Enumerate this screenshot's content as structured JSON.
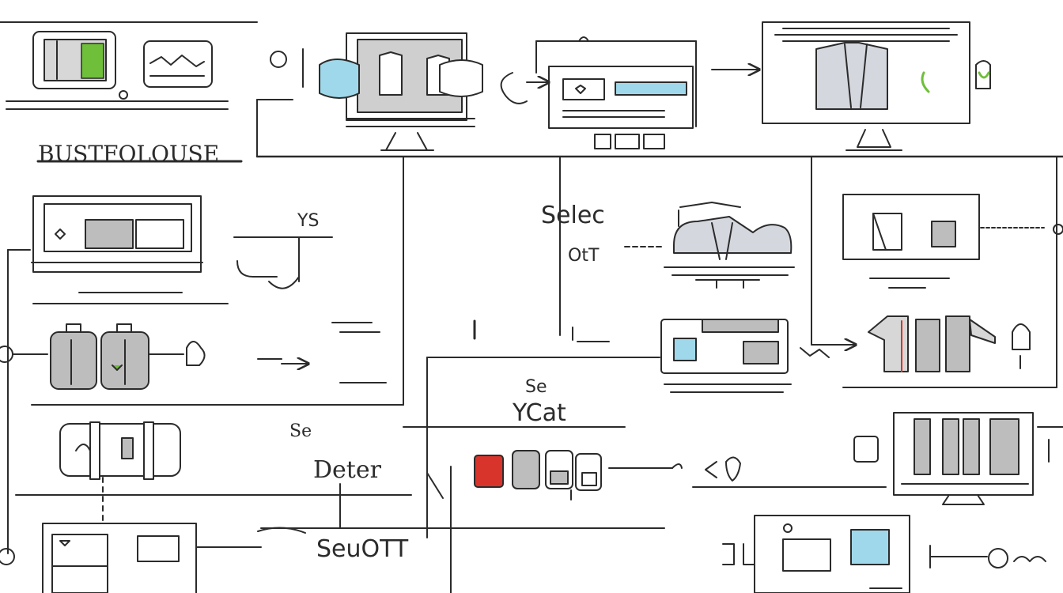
{
  "labels": {
    "top_left_title": "BUSTFOLOUSE",
    "label_ys": "YS",
    "label_select": "Selec",
    "label_ott": "OtT",
    "label_ycat": "YCat",
    "label_se": "Se",
    "label_se_small": "Se",
    "label_deter": "Deter",
    "label_seuott": "SeuOTT"
  },
  "colors": {
    "ink": "#2b2b2b",
    "gray_fill": "#bdbdbd",
    "light_blue": "#9fd8ea",
    "green": "#6fbf3a",
    "red": "#d9342b",
    "silver": "#d7d7d7"
  },
  "icons": {
    "laptop": "laptop-icon",
    "monitor": "monitor-icon",
    "clothing": "clothing-icon",
    "lock": "lock-icon",
    "arrow": "arrow-icon"
  }
}
